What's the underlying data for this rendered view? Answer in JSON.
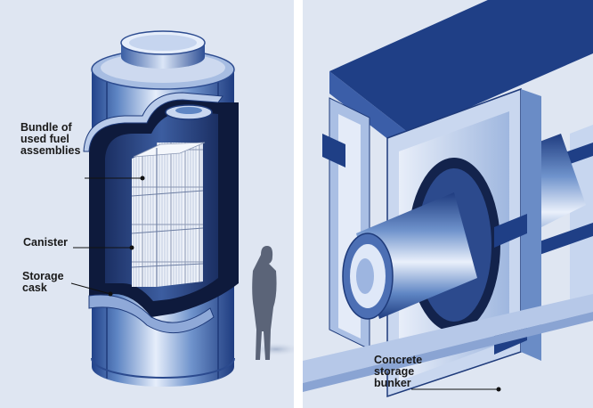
{
  "left_panel": {
    "labels": {
      "bundle": "Bundle of\nused fuel\nassemblies",
      "canister": "Canister",
      "cask": "Storage\ncask"
    }
  },
  "right_panel": {
    "labels": {
      "bunker": "Concrete\nstorage\nbunker"
    }
  },
  "colors": {
    "background": "#dfe6f2",
    "dark_blue": "#1f3f86",
    "mid_blue": "#5f86c4",
    "light_blue": "#c4d4ee"
  }
}
